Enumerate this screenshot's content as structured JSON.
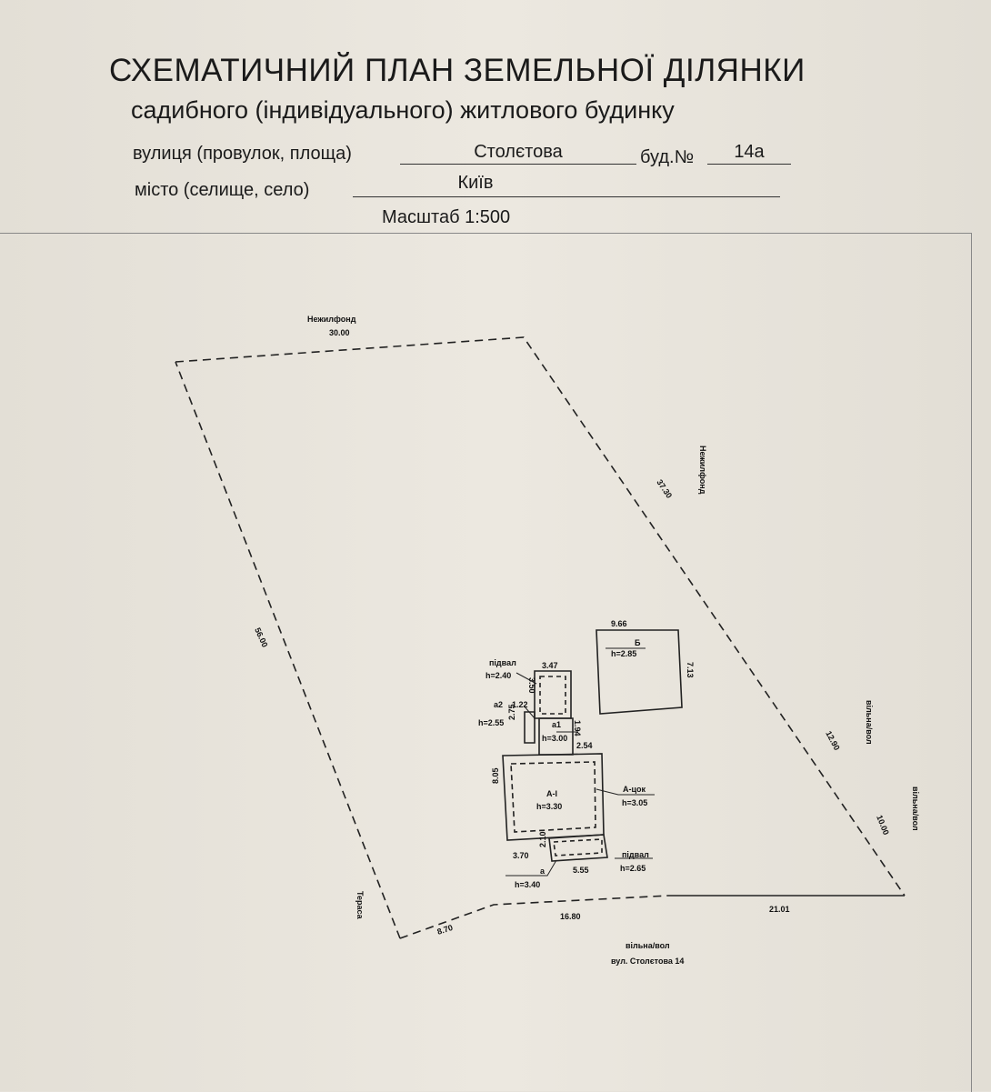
{
  "header": {
    "title": "СХЕМАТИЧНИЙ ПЛАН ЗЕМЕЛЬНОЇ ДІЛЯНКИ",
    "subtitle": "садибного (індивідуального) житлового будинку",
    "street_label": "вулиця (провулок, площа)",
    "street_value": "Столєтова",
    "house_label": "буд.№",
    "house_value": "14а",
    "city_label": "місто (селище, село)",
    "city_value": "Київ",
    "scale": "Масштаб  1:500"
  },
  "plan": {
    "boundary": {
      "top_neighbor": "Нежилфонд",
      "top_length": "30.00",
      "right_upper_length": "37.30",
      "right_upper_neighbor": "Нежилфонд",
      "right_mid_length": "12.90",
      "right_mid_neighbor": "вільна/вол",
      "right_low_length": "10.00",
      "right_low_neighbor": "вільна/вол",
      "left_length": "56.00",
      "left_neighbor": "Тераса",
      "bottom_left_length": "8.70",
      "bottom_mid_length": "16.80",
      "bottom_right_length": "21.01",
      "bottom_neighbor": "вільна/вол",
      "street_address": "вул. Столєтова 14"
    },
    "buildings": {
      "b_label": "Б",
      "b_height": "h=2.85",
      "b_width": "9.66",
      "b_depth": "7.13",
      "basement1_label": "підвал",
      "basement1_height": "h=2.40",
      "basement1_width": "3.47",
      "basement1_depth": "3.50",
      "a2_label": "а2",
      "a2_height": "h=2.55",
      "a2_width": "1.22",
      "a2_depth": "2.75",
      "a1_label": "а1",
      "a1_height": "h=3.00",
      "a1_depth": "1.94",
      "a1_width": "2.54",
      "a_label": "А-І",
      "a_height": "h=3.30",
      "a_depth": "8.05",
      "a_plinth_label": "А-цок",
      "a_plinth_height": "h=3.05",
      "a_small_label": "а",
      "a_small_height": "h=3.40",
      "a_small_width": "3.70",
      "a_small_depth": "2.10",
      "basement2_label": "підвал",
      "basement2_height": "h=2.65",
      "basement2_width": "5.55"
    }
  }
}
